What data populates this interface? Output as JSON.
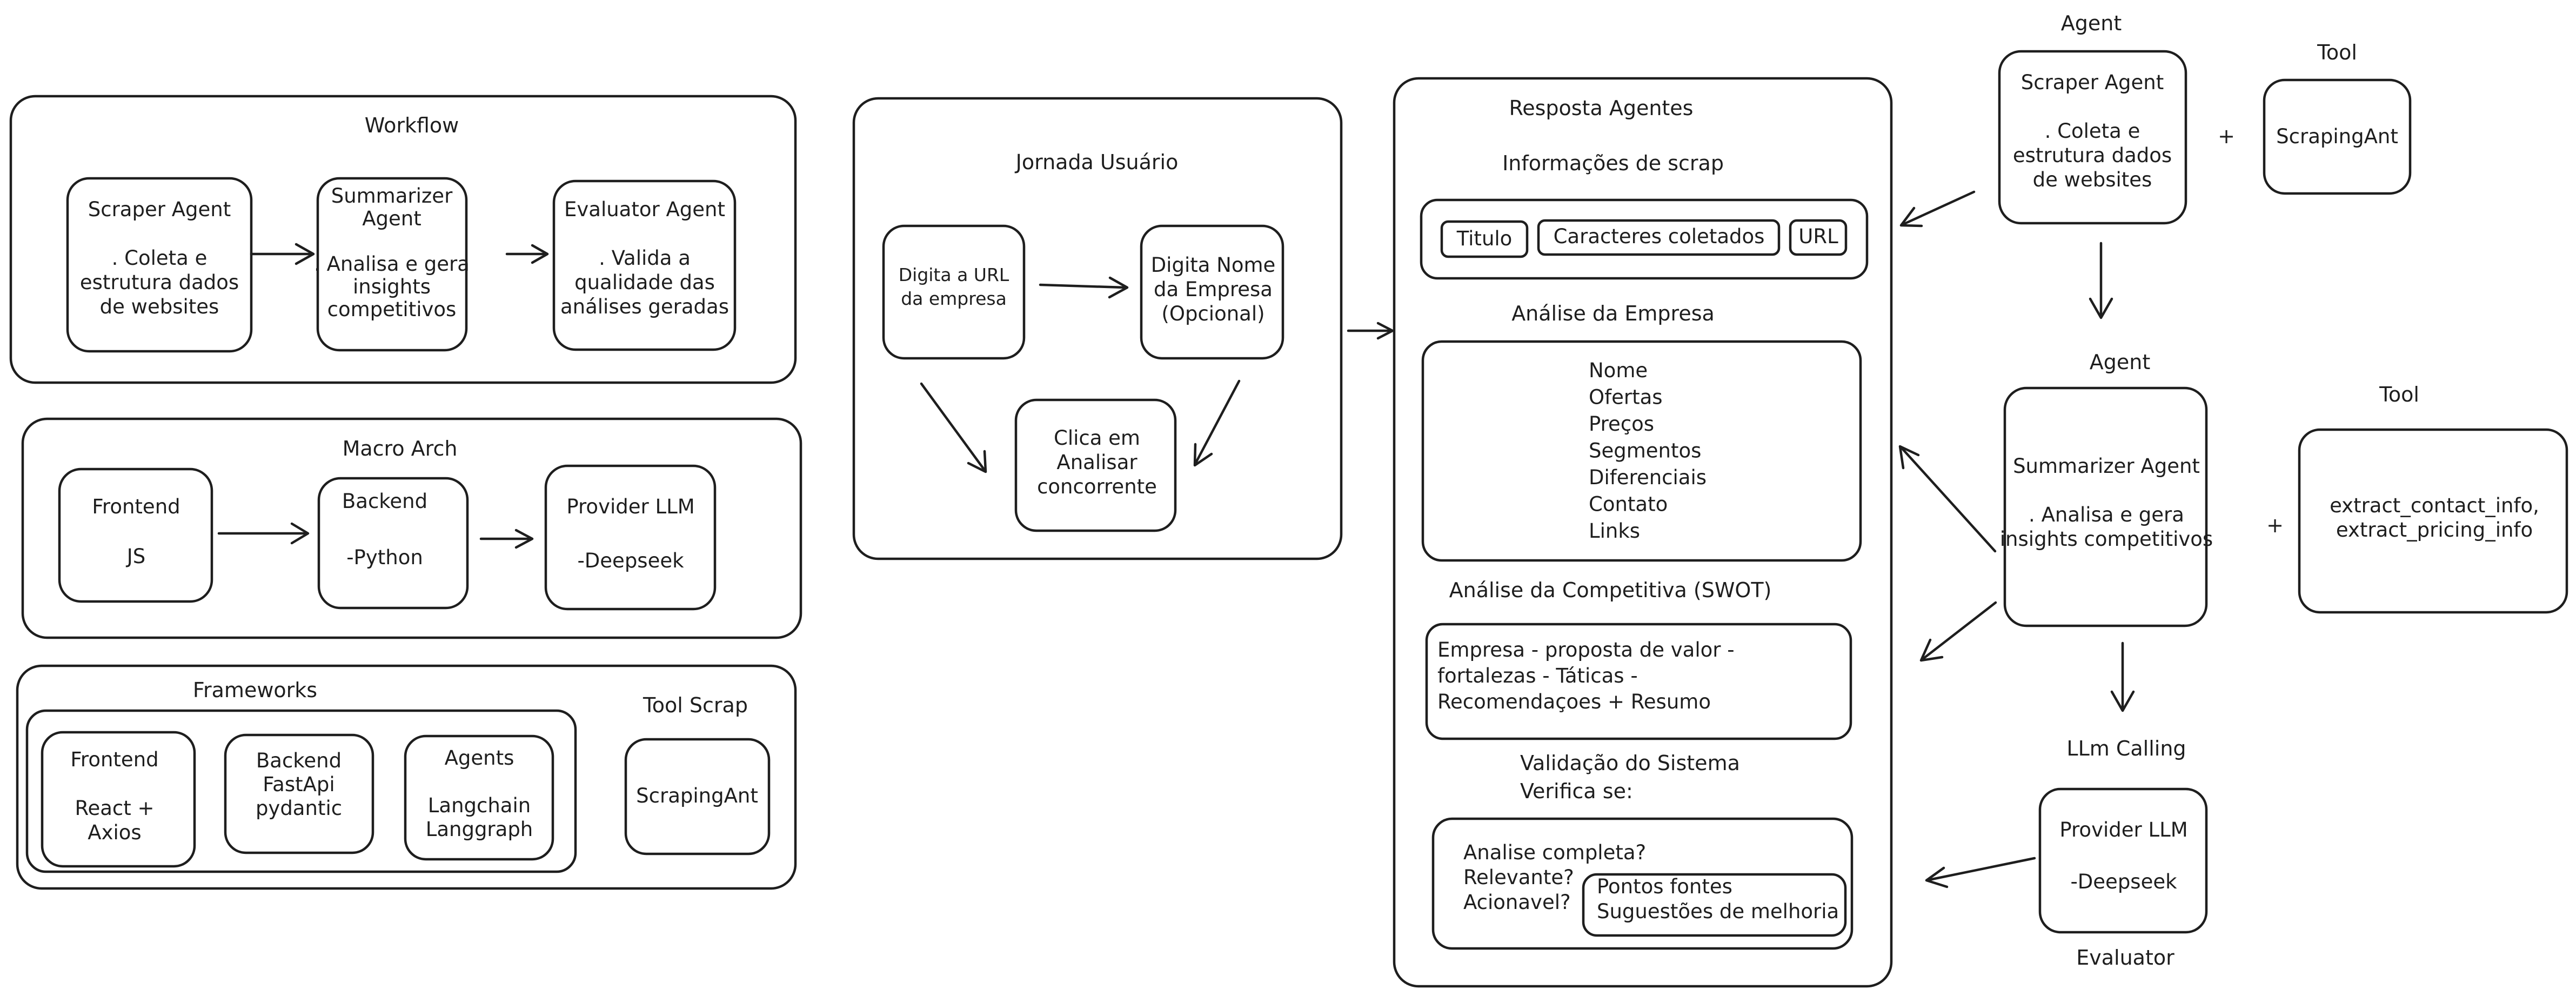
{
  "workflow": {
    "title": "Workflow",
    "scraper": [
      "Scraper Agent",
      "",
      ". Coleta e",
      "estrutura dados",
      "de websites"
    ],
    "summarizer": [
      "Summarizer",
      "Agent",
      "",
      ". Analisa e gera",
      "insights",
      "competitivos"
    ],
    "evaluator": [
      "Evaluator Agent",
      "",
      ". Valida a",
      "qualidade das",
      "análises geradas"
    ]
  },
  "macro": {
    "title": "Macro Arch",
    "frontend": [
      "Frontend",
      "",
      "JS"
    ],
    "backend": [
      "Backend",
      "",
      "-Python"
    ],
    "provider": [
      "Provider LLM",
      "",
      "-Deepseek"
    ]
  },
  "frameworks": {
    "title": "Frameworks",
    "frontend": [
      "Frontend",
      "",
      "React +",
      "Axios"
    ],
    "backend": [
      "Backend",
      "FastApi",
      "pydantic"
    ],
    "agents": [
      "Agents",
      "",
      "Langchain",
      "Langgraph"
    ],
    "tool_scrap_label": "Tool Scrap",
    "scrapingant": "ScrapingAnt"
  },
  "journey": {
    "title": "Jornada Usuário",
    "step_url": [
      "Digita a URL",
      "da empresa"
    ],
    "step_name": [
      "Digita Nome",
      "da Empresa",
      "(Opcional)"
    ],
    "step_click": [
      "Clica em",
      "Analisar",
      "concorrente"
    ]
  },
  "response": {
    "title": "Resposta Agentes",
    "scrap_title": "Informações de scrap",
    "chips": [
      "Titulo",
      "Caracteres coletados",
      "URL"
    ],
    "company_title": "Análise da Empresa",
    "company_items": [
      "Nome",
      "Ofertas",
      "Preços",
      "Segmentos",
      "Diferenciais",
      "Contato",
      "Links"
    ],
    "swot_title": "Análise da Competitiva (SWOT)",
    "swot_lines": [
      "Empresa - proposta de valor -",
      "fortalezas - Táticas -",
      "Recomendaçoes +  Resumo"
    ],
    "validation_title": [
      "Validação do Sistema",
      "Verifica se:"
    ],
    "validation_questions": [
      "Analise completa?",
      "Relevante?",
      "Acionavel?"
    ],
    "validation_inner": [
      "Pontos fontes",
      "Suguestões de melhoria"
    ]
  },
  "right": {
    "agent1_label": "Agent",
    "scraper": [
      "Scraper Agent",
      "",
      ". Coleta e",
      "estrutura dados",
      "de websites"
    ],
    "plus1": "+",
    "tool1_label": "Tool",
    "tool1": "ScrapingAnt",
    "agent2_label": "Agent",
    "summarizer": [
      "Summarizer Agent",
      "",
      ". Analisa e gera",
      "insights competitivos"
    ],
    "plus2": "+",
    "tool2_label": "Tool",
    "tool2": [
      "extract_contact_info,",
      "extract_pricing_info"
    ],
    "llm_label": "LLm Calling",
    "provider": [
      "Provider LLM",
      "",
      "-Deepseek"
    ],
    "evaluator_label": "Evaluator"
  }
}
